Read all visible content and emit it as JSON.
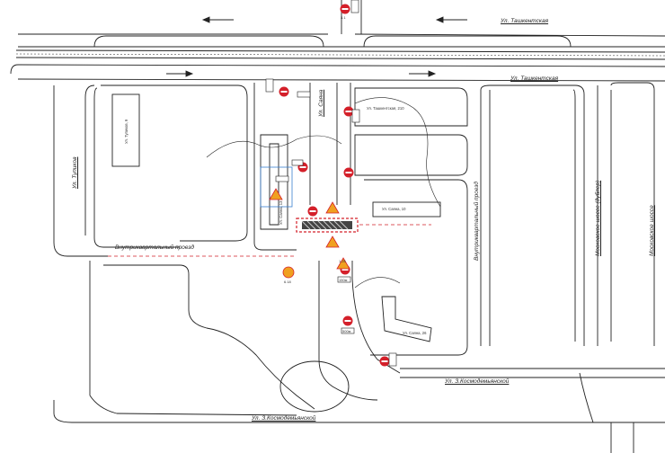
{
  "streets": {
    "tashkentskaya_top": "Ул. Ташкентская",
    "tashkentskaya_mid": "Ул. Ташкентская",
    "tupikovaya": "Ул. Тупиков",
    "sayana": "Ул. Саяна",
    "kosmodemyanskoi_right": "Ул. З.Космодемьянской",
    "kosmodemyanskoi_bottom": "Ул. З.Космодемьянской",
    "moscow_highway_dubler": "Московское шоссе (дублер)",
    "moscow_highway": "Московское шоссе",
    "inner_pass_left": "Внутриквартальный проезд",
    "inner_pass_right": "Внутриквартальный проезд"
  },
  "buildings": {
    "tashkentskaya_210": "Ул. Ташкентская, 210",
    "sayana_10": "Ул. Саяна, 10",
    "sayana_13": "Ул. Саяна, 13",
    "sayana_26": "Ул. Саяна, 26",
    "tupikovaya_9": "Ул. Тупиков, 9"
  },
  "signs": {
    "no_entry": "3.1",
    "sign_road_works": "1.25",
    "sign_detour": "6.18",
    "plate_distance": "150м",
    "plate_top": "500м"
  },
  "colors": {
    "road_line": "#222222",
    "sign_red": "#d4202a",
    "work_zone": "#d4202a",
    "work_sign_orange": "#f0a020",
    "blue_box": "#3a7fd0"
  }
}
